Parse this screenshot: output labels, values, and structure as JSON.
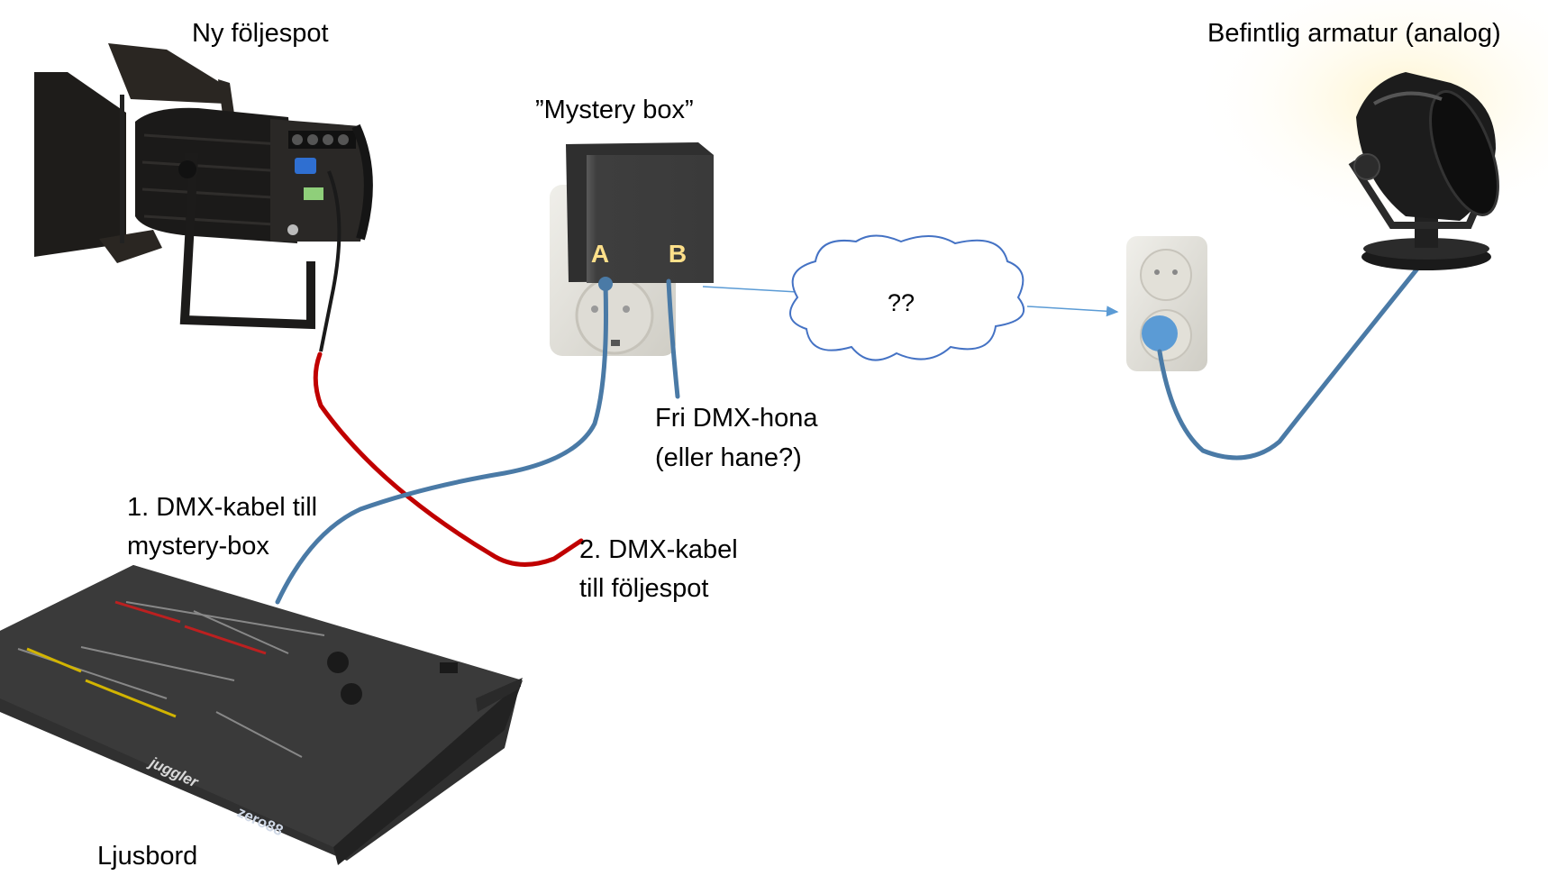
{
  "diagram": {
    "nodes": {
      "new_followspot": {
        "label": "Ny följespot",
        "icon": "fresnel-spotlight-icon"
      },
      "mystery_box": {
        "label": "”Mystery box”",
        "port_a": "A",
        "port_b": "B",
        "icon": "wall-socket-adapter-icon"
      },
      "cloud": {
        "label": "??",
        "icon": "cloud-icon"
      },
      "wall_socket": {
        "icon": "double-wall-socket-icon"
      },
      "existing_fixture": {
        "label": "Befintlig armatur (analog)",
        "icon": "analog-spotlight-icon"
      },
      "lighting_desk": {
        "label": "Ljusbord",
        "brand": "zero88",
        "model": "juggler",
        "icon": "lighting-console-icon"
      }
    },
    "annotations": {
      "cable1": [
        "1. DMX-kabel till",
        "mystery-box"
      ],
      "cable2": [
        "2. DMX-kabel",
        "till följespot"
      ],
      "free_port": [
        "Fri DMX-hona",
        "(eller hane?)"
      ]
    },
    "colors": {
      "dmx_cable_blue": "#4a7aa6",
      "dmx_cable_red": "#c00000",
      "cloud_stroke": "#4472c4",
      "port_label": "#ffe08a",
      "plug_blue": "#5b9bd5"
    }
  }
}
